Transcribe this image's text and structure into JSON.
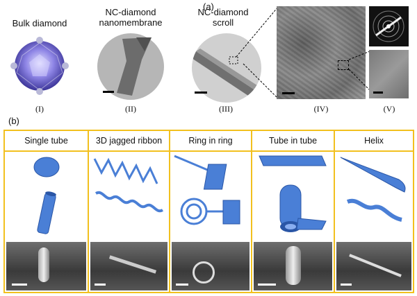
{
  "panel_a": {
    "label": "(a)",
    "items": [
      {
        "caption": "Bulk diamond",
        "roman": "(I)"
      },
      {
        "caption": "NC-diamond\nnanomembrane",
        "roman": "(II)"
      },
      {
        "caption": "NC-diamond\nscroll",
        "roman": "(III)"
      },
      {
        "caption": "",
        "roman": "(IV)"
      },
      {
        "caption": "",
        "roman": "(V)"
      }
    ]
  },
  "panel_b": {
    "label": "(b)",
    "columns": [
      {
        "title": "Single tube"
      },
      {
        "title": "3D jagged ribbon"
      },
      {
        "title": "Ring in ring"
      },
      {
        "title": "Tube in tube"
      },
      {
        "title": "Helix"
      }
    ]
  },
  "colors": {
    "frame": "#f2c01e",
    "structure": "#4a7fd6"
  }
}
